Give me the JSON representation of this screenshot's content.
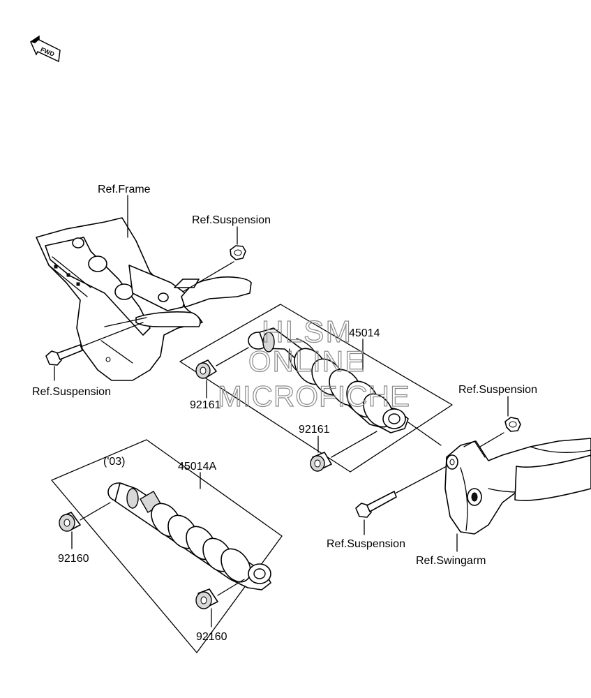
{
  "direction_marker": {
    "text": "FWD"
  },
  "labels": {
    "ref_frame": "Ref.Frame",
    "ref_suspension_top": "Ref.Suspension",
    "ref_suspension_left": "Ref.Suspension",
    "ref_suspension_right": "Ref.Suspension",
    "ref_suspension_bottom": "Ref.Suspension",
    "ref_swingarm": "Ref.Swingarm",
    "part_45014": "45014",
    "part_45014a": "45014A",
    "variant_03": "('03)",
    "part_92161_a": "92161",
    "part_92161_b": "92161",
    "part_92160_a": "92160",
    "part_92160_b": "92160"
  },
  "watermark": {
    "line1": "HLSM",
    "line2": "ONLINE",
    "line3": "MICROFICHE"
  }
}
